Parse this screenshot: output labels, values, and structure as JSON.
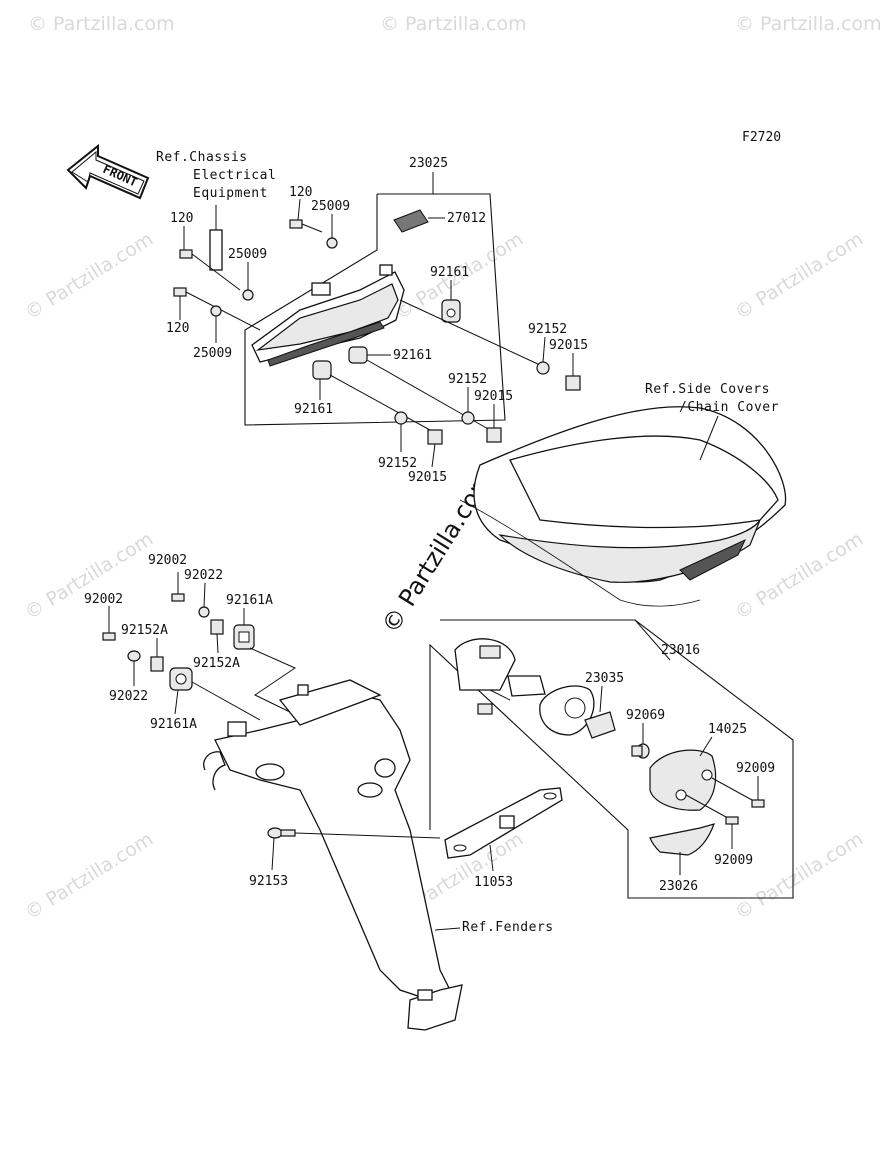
{
  "diagram_code": "F2720",
  "front_arrow": "FRONT",
  "watermark": "© Partzilla.com",
  "refs": {
    "chassis": [
      "Ref.Chassis",
      "Electrical",
      "Equipment"
    ],
    "side_covers": [
      "Ref.Side Covers",
      "/Chain Cover"
    ],
    "fenders": "Ref.Fenders"
  },
  "parts": {
    "p23025": "23025",
    "p27012": "27012",
    "p120a": "120",
    "p120b": "120",
    "p120c": "120",
    "p25009a": "25009",
    "p25009b": "25009",
    "p25009c": "25009",
    "p92161a": "92161",
    "p92161b": "92161",
    "p92161c": "92161",
    "p92152a": "92152",
    "p92152b": "92152",
    "p92152c": "92152",
    "p92015a": "92015",
    "p92015b": "92015",
    "p92015c": "92015",
    "p92002a": "92002",
    "p92002b": "92002",
    "p92022a": "92022",
    "p92022b": "92022",
    "p92161Aa": "92161A",
    "p92161Ab": "92161A",
    "p92152Aa": "92152A",
    "p92152Ab": "92152A",
    "p23016": "23016",
    "p23035": "23035",
    "p92069": "92069",
    "p14025": "14025",
    "p92009a": "92009",
    "p92009b": "92009",
    "p23026": "23026",
    "p92153": "92153",
    "p11053": "11053"
  }
}
